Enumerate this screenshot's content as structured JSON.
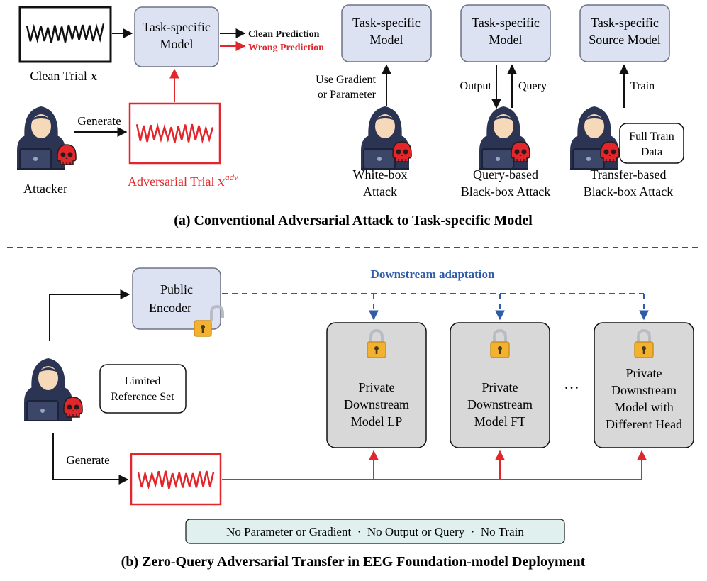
{
  "colors": {
    "task_box_fill": "#dde2f2",
    "task_box_stroke": "#6d7385",
    "private_box_fill": "#d8d8d8",
    "adv_red": "#e3262b",
    "blue_dash": "#2f5ba8",
    "constraint_fill": "#dff0ef",
    "lock_gold": "#f3b130",
    "hacker_navy": "#2b3452",
    "skull_red": "#e3262b"
  },
  "icons": [
    "hacker-icon",
    "skull-icon",
    "lock-icon",
    "unlocked-lock-icon"
  ],
  "top": {
    "clean_trial_label": "Clean Trial 𝑥",
    "attacker_label": "Attacker",
    "generate_label": "Generate",
    "adv_trial_label": "Adversarial Trial 𝑥",
    "adv_trial_sup": "adv",
    "task_model_line1": "Task-specific",
    "task_model_line2": "Model",
    "clean_prediction": "Clean Prediction",
    "wrong_prediction": "Wrong Prediction",
    "whitebox": {
      "box_line1": "Task-specific",
      "box_line2": "Model",
      "arrow_label_line1": "Use Gradient",
      "arrow_label_line2": "or Parameter",
      "caption_line1": "White-box",
      "caption_line2": "Attack"
    },
    "query": {
      "box_line1": "Task-specific",
      "box_line2": "Model",
      "output_label": "Output",
      "query_label": "Query",
      "caption_line1": "Query-based",
      "caption_line2": "Black-box Attack"
    },
    "transfer": {
      "box_line1": "Task-specific",
      "box_line2": "Source Model",
      "train_label": "Train",
      "data_line1": "Full Train",
      "data_line2": "Data",
      "caption_line1": "Transfer-based",
      "caption_line2": "Black-box Attack"
    },
    "section_title": "(a) Conventional Adversarial Attack to Task-specific Model"
  },
  "bottom": {
    "encoder_line1": "Public",
    "encoder_line2": "Encoder",
    "downstream_label": "Downstream adaptation",
    "reference_line1": "Limited",
    "reference_line2": "Reference Set",
    "generate_label": "Generate",
    "private_lp": [
      "Private",
      "Downstream",
      "Model LP"
    ],
    "private_ft": [
      "Private",
      "Downstream",
      "Model FT"
    ],
    "ellipsis": "···",
    "private_head": [
      "Private",
      "Downstream",
      "Model with",
      "Different Head"
    ],
    "constraints": "No Parameter or Gradient  ·  No Output or Query  ·  No Train",
    "section_title": "(b) Zero-Query Adversarial Transfer in EEG Foundation-model Deployment"
  }
}
